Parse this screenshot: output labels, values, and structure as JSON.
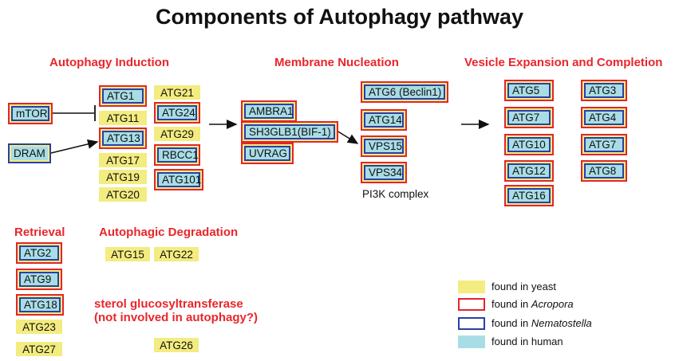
{
  "title": "Components of Autophagy pathway",
  "sections": {
    "induction": "Autophagy Induction",
    "nucleation": "Membrane Nucleation",
    "expansion": "Vesicle Expansion and Completion",
    "retrieval": "Retrieval",
    "degradation": "Autophagic Degradation",
    "sterol": "sterol glucosyltransferase",
    "sterol_note": "(not involved in autophagy?)"
  },
  "genes": {
    "mtor": "mTOR",
    "dram": "DRAM",
    "atg1": "ATG1",
    "atg11": "ATG11",
    "atg13": "ATG13",
    "atg17": "ATG17",
    "atg19": "ATG19",
    "atg20": "ATG20",
    "atg21": "ATG21",
    "atg24": "ATG24",
    "atg29": "ATG29",
    "rbcc1": "RBCC1",
    "atg101": "ATG101",
    "ambra1": "AMBRA1",
    "sh3glb1": "SH3GLB1(BIF-1)",
    "uvrag": "UVRAG",
    "atg6": "ATG6 (Beclin1)",
    "atg14": "ATG14",
    "vps15": "VPS15",
    "vps34": "VPS34",
    "atg5": "ATG5",
    "atg7a": "ATG7",
    "atg10": "ATG10",
    "atg12": "ATG12",
    "atg16": "ATG16",
    "atg3": "ATG3",
    "atg4": "ATG4",
    "atg7b": "ATG7",
    "atg8": "ATG8",
    "atg2": "ATG2",
    "atg9": "ATG9",
    "atg18": "ATG18",
    "atg23": "ATG23",
    "atg27": "ATG27",
    "atg15": "ATG15",
    "atg22": "ATG22",
    "atg26": "ATG26"
  },
  "pi3k_label": "PI3K complex",
  "legend": {
    "yeast": "found in yeast",
    "acropora_prefix": "found in ",
    "acropora": "Acropora",
    "nematostella_prefix": "found in ",
    "nematostella": "Nematostella",
    "human": "found in human"
  },
  "colors": {
    "yeast": "#f3ec80",
    "acropora": "#e0262c",
    "nematostella": "#2b3fa6",
    "human": "#a9dde6",
    "section_title": "#e8262c"
  }
}
